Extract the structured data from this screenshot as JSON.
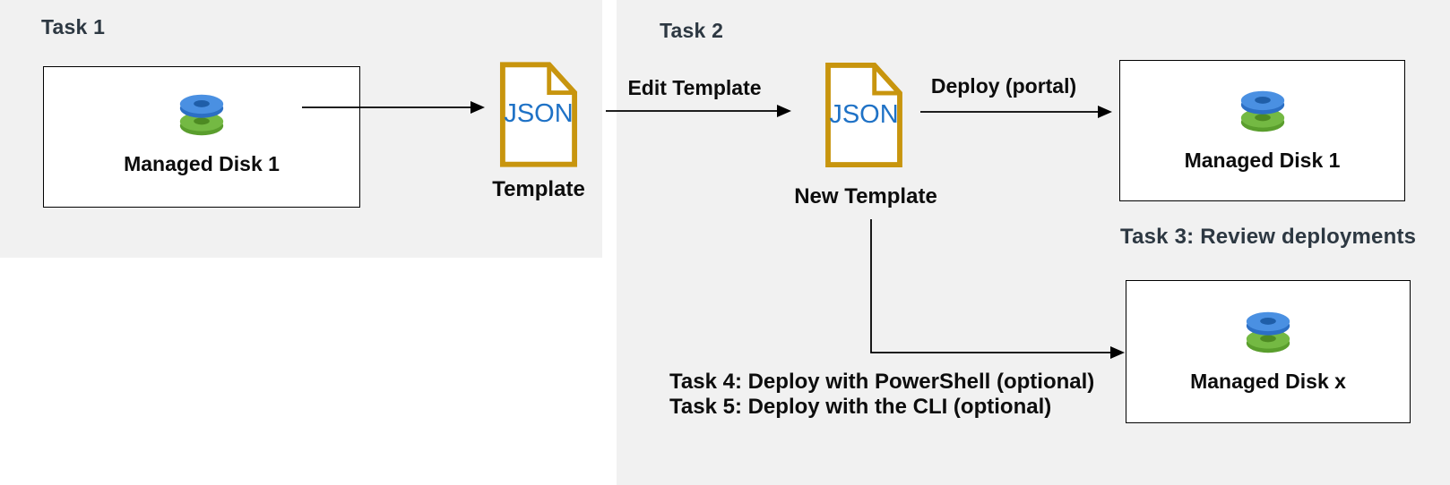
{
  "diagram": {
    "headings": {
      "task1": "Task 1",
      "task2": "Task 2",
      "task3": "Task 3: Review deployments"
    },
    "task_notes": {
      "task4": "Task 4: Deploy with PowerShell (optional)",
      "task5": "Task 5: Deploy with the CLI (optional)"
    },
    "boxes": [
      {
        "label": "Managed Disk 1"
      },
      {
        "label": "Managed Disk 1"
      },
      {
        "label": "Managed Disk x"
      }
    ],
    "files": [
      {
        "text": "JSON",
        "caption": "Template"
      },
      {
        "text": "JSON",
        "caption": "New Template"
      }
    ],
    "edges": [
      {
        "label": "Edit Template"
      },
      {
        "label": "Deploy (portal)"
      }
    ]
  },
  "colors": {
    "panel_bg": "#F1F1F1",
    "heading_text": "#2D3842",
    "body_text": "#0D0D0D",
    "box_bg": "#FFFFFF",
    "box_border": "#000000",
    "arrow": "#000000",
    "file_border": "#C8950E",
    "json_text": "#1F72C6",
    "disk_blue_top": "#4A90E2",
    "disk_blue_rim": "#2C6FC4",
    "disk_blue_hole": "#1F5EA8",
    "disk_green_top": "#74B943",
    "disk_green_rim": "#5A9E2D",
    "disk_green_hole": "#4D8A22"
  }
}
